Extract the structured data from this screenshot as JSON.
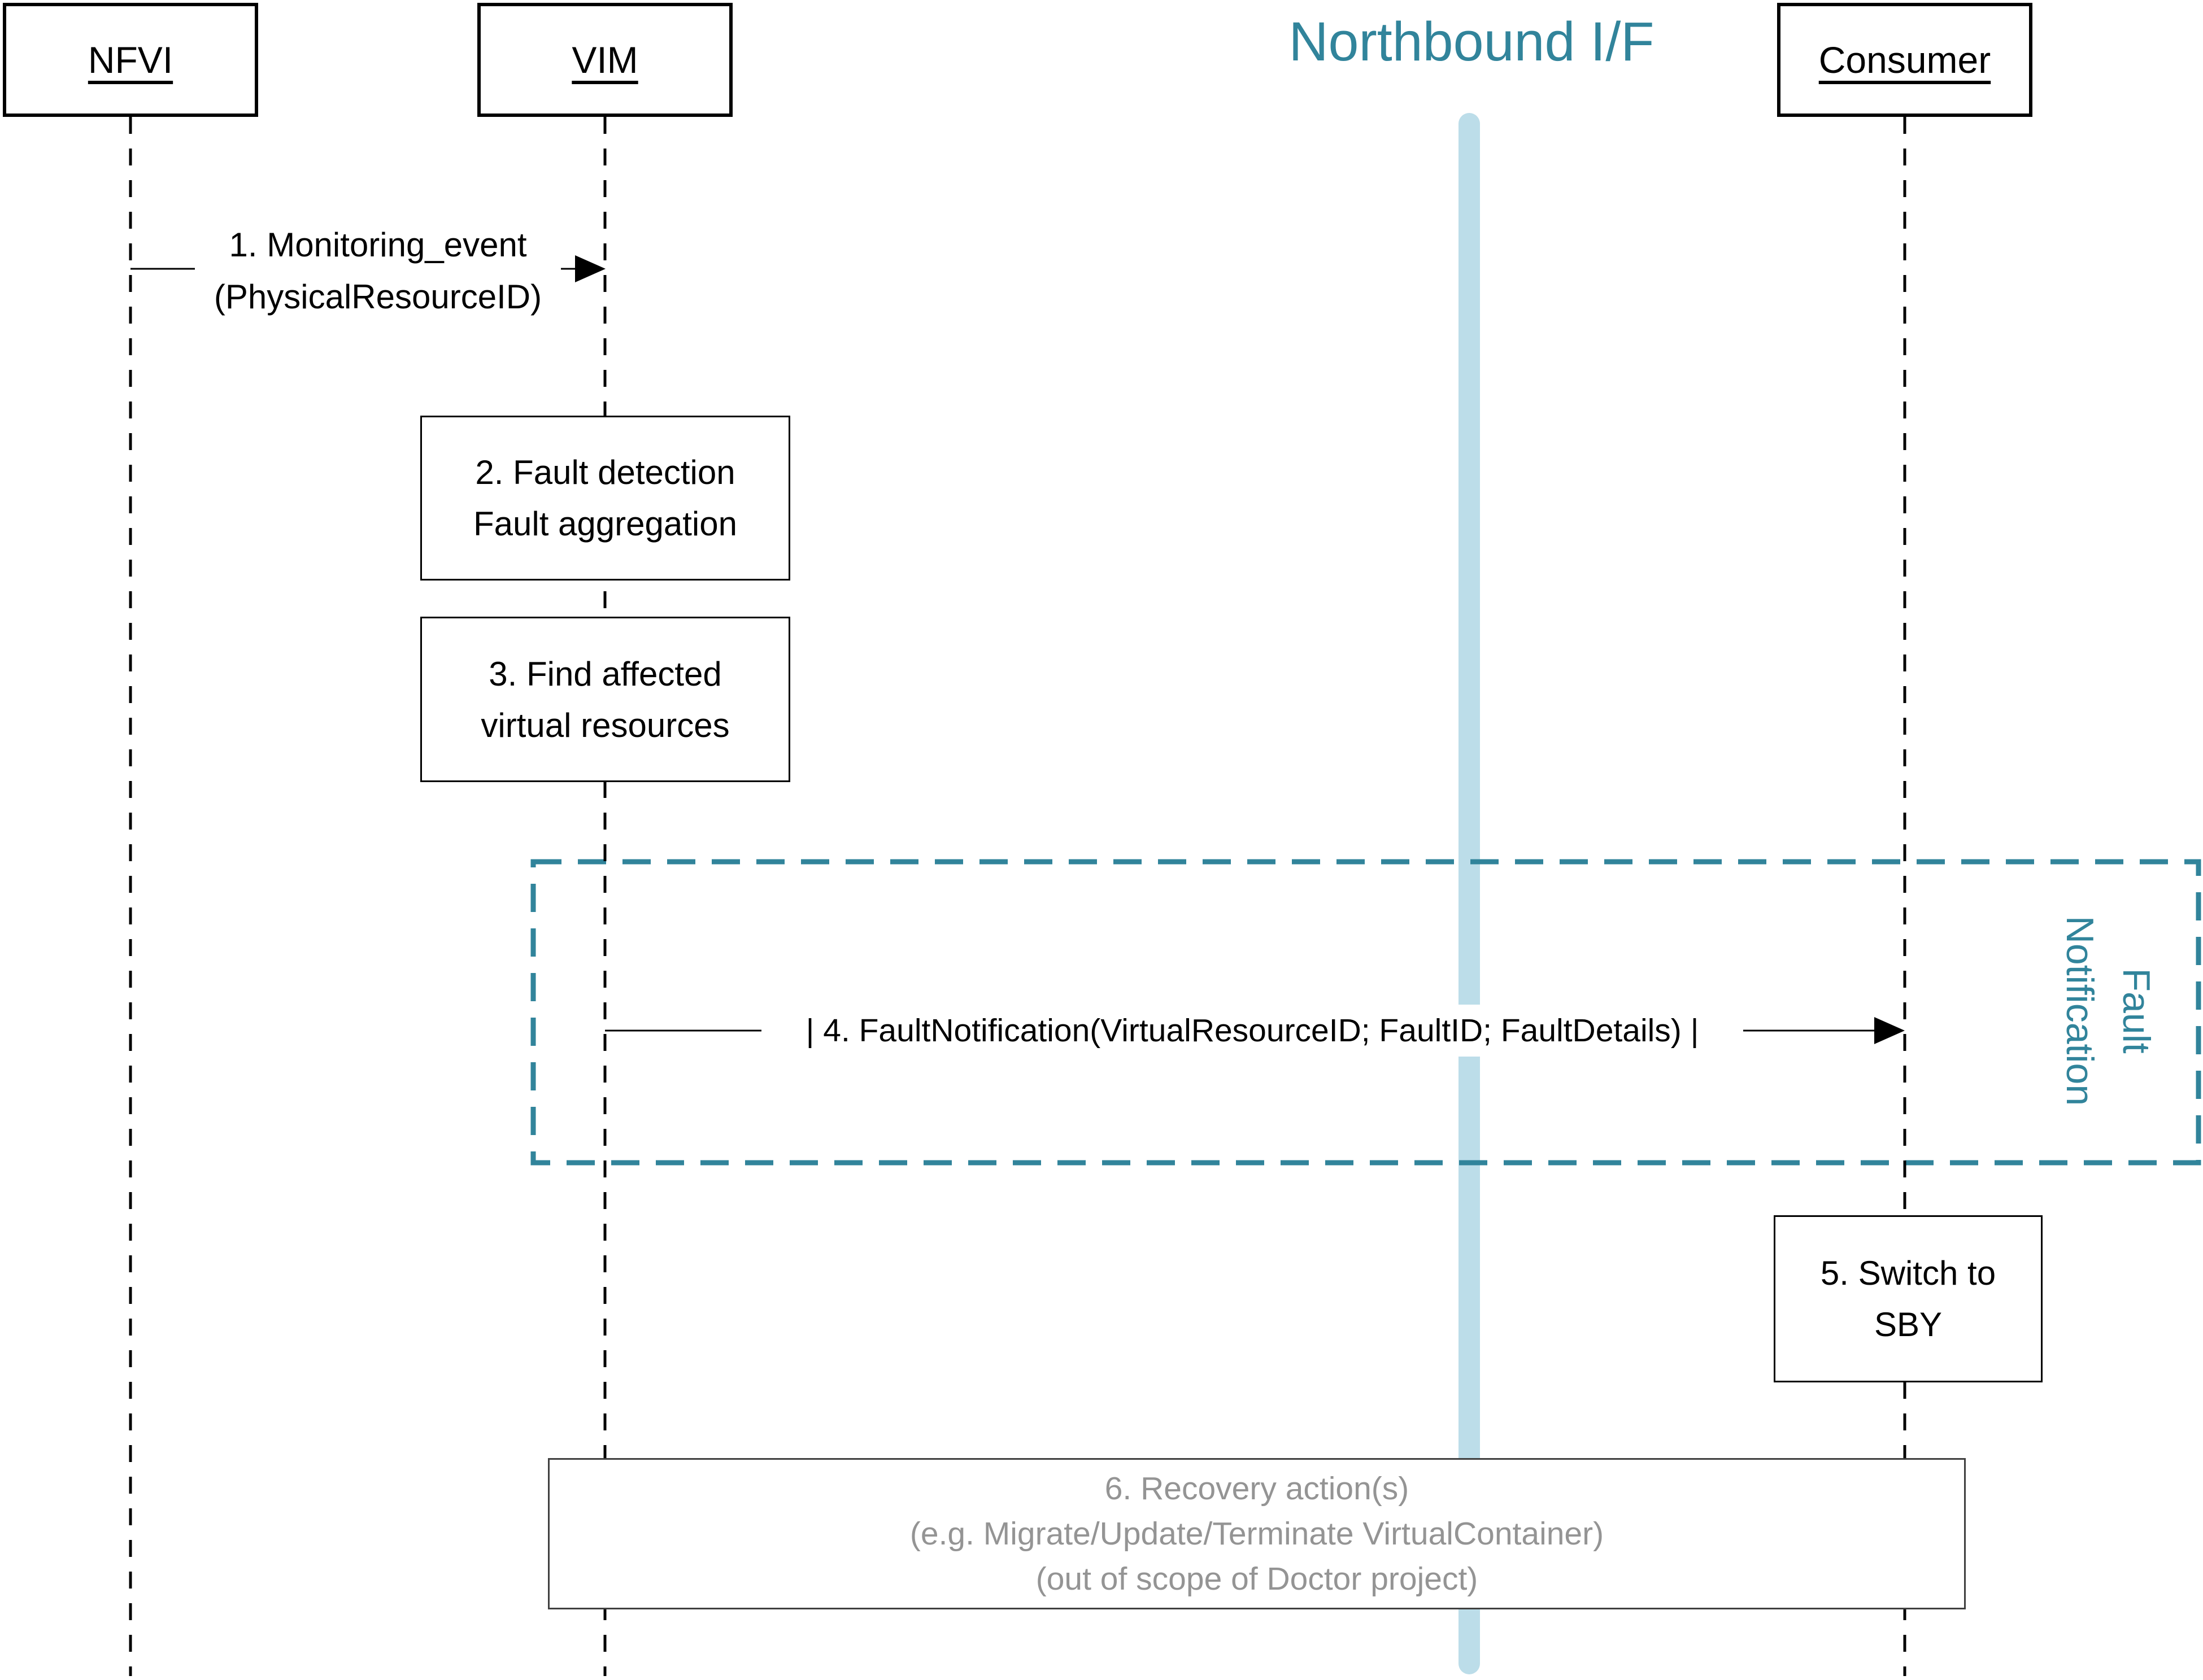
{
  "colors": {
    "teal": "#31849B",
    "lightblue": "#BCDDE9",
    "graytext": "#949494",
    "grayborder": "#404040",
    "black": "#000000"
  },
  "actors": [
    {
      "label": "NFVI"
    },
    {
      "label": "VIM"
    },
    {
      "label": "Consumer"
    }
  ],
  "northbound": {
    "label": "Northbound I/F"
  },
  "messages": {
    "m1": {
      "line1": "1. Monitoring_event",
      "line2": "(PhysicalResourceID)"
    },
    "m4": {
      "label": "| 4. FaultNotification(VirtualResourceID; FaultID; FaultDetails) |"
    }
  },
  "activities": {
    "a2": {
      "line1": "2. Fault detection",
      "line2": "Fault aggregation"
    },
    "a3": {
      "line1": "3. Find affected",
      "line2": "virtual resources"
    },
    "a5": {
      "line1": "5. Switch to",
      "line2": "SBY"
    },
    "a6": {
      "line1": "6. Recovery action(s)",
      "line2": "(e.g. Migrate/Update/Terminate VirtualContainer)",
      "line3": "(out of scope of Doctor project)"
    }
  },
  "group": {
    "label_line1": "Fault",
    "label_line2": "Notification"
  }
}
